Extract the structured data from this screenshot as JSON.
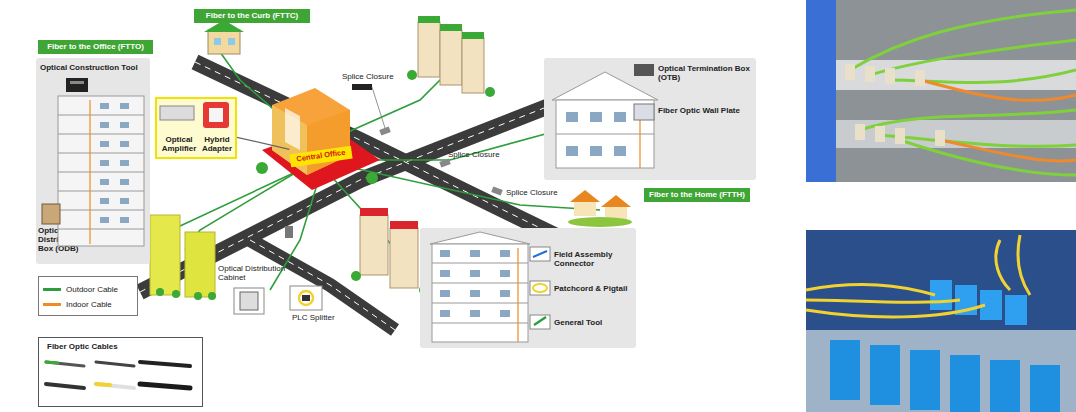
{
  "diagram": {
    "nodes": [
      {
        "text": [
          "Fiber to the Office (FTTO)"
        ]
      },
      {
        "text": [
          "Fiber to the Curb (FTTC)"
        ]
      },
      {
        "text": [
          "Fiber to the Home (FTTH)"
        ]
      },
      {
        "text": [
          "Optical Construction Tool",
          "Optical Distribution Box (ODB)"
        ]
      },
      {
        "text": [
          "Optical Amplifier",
          "Hybrid Adapter"
        ]
      },
      {
        "text": [
          "Central Office"
        ]
      },
      {
        "text": [
          "Optical Termination Box (OTB)",
          "Fiber Optic Wall Plate"
        ]
      },
      {
        "text": [
          "Field Assembly Connector",
          "Patchcord & Pigtail",
          "General Tool"
        ]
      },
      {
        "text": [
          "Fiber Optic Cables"
        ]
      }
    ],
    "edges": [
      {
        "from": 4,
        "to": 5,
        "arrow": "none"
      }
    ],
    "labels": [
      "Splice Closure",
      "Splice Closure",
      "Splice Closure",
      "Optical Distribution Cabinet",
      "PLC Splitter"
    ],
    "legend": [
      {
        "text": "Outdoor Cable",
        "color": "#2e9e3c"
      },
      {
        "text": "Indoor Cable",
        "color": "#f08a24"
      }
    ]
  }
}
